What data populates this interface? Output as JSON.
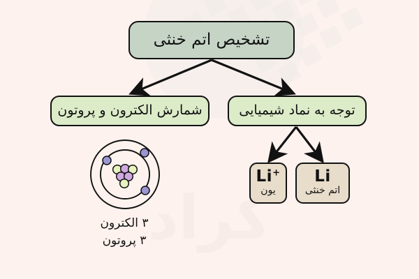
{
  "page": {
    "background_color": "#fdf2ee",
    "watermark_text": "کراد"
  },
  "diagram": {
    "type": "flowchart",
    "direction": "rtl",
    "root": {
      "label": "تشخیص اتم خنثی",
      "fill_color": "#c6d4c6",
      "border_color": "#121212"
    },
    "branches": [
      {
        "id": "count",
        "label": "شمارش الکترون و پروتون",
        "fill_color": "#dcebc8",
        "border_color": "#121212"
      },
      {
        "id": "symbol",
        "label": "توجه به نماد شیمیایی",
        "fill_color": "#dcebc8",
        "border_color": "#121212"
      }
    ],
    "leaves": [
      {
        "id": "ion",
        "symbol": "Li",
        "charge": "+",
        "caption": "یون",
        "fill_color": "#e8dcca",
        "border_color": "#121212"
      },
      {
        "id": "neutral",
        "symbol": "Li",
        "charge": "",
        "caption": "اتم خنثی",
        "fill_color": "#e8dcca",
        "border_color": "#121212"
      }
    ],
    "atom": {
      "shells": 2,
      "electron_count": 3,
      "nucleus_particle_count": 6,
      "electron_color": "#9a96d4",
      "proton_color": "#cfa8e0",
      "neutron_color": "#e8f2bf",
      "ring_color": "#111111",
      "caption_lines": [
        "۳ الکترون",
        "۳ پروتون"
      ]
    }
  }
}
